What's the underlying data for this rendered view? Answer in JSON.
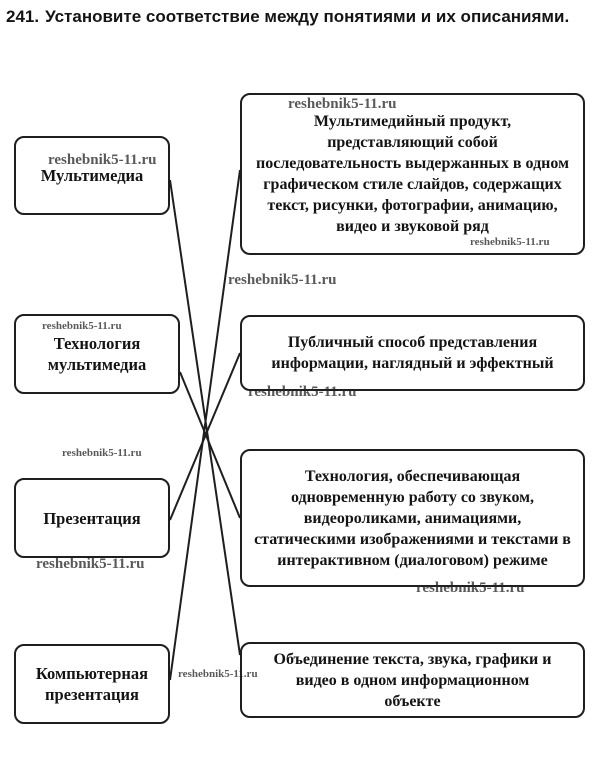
{
  "task": {
    "number": "241.",
    "text": "Установите соответствие между понятиями и их описаниями."
  },
  "concepts": [
    {
      "label": "Мультимедиа"
    },
    {
      "label": "Технология мультимедиа"
    },
    {
      "label": "Презентация"
    },
    {
      "label": "Компьютерная презентация"
    }
  ],
  "descriptions": [
    {
      "text": "Мультимедийный продукт, представляющий собой последовательность выдержанных в одном графическом стиле слайдов, содержащих текст, рисунки, фотографии, анимацию, видео и звуковой ряд"
    },
    {
      "text": "Публичный способ представления информации, наглядный и эффектный"
    },
    {
      "text": "Технология, обеспечивающая одновременную работу со звуком, видеороликами, анимациями, статическими изображениями и текстами в интерактивном (диалоговом) режиме"
    },
    {
      "text": "Объединение текста, звука, графики и видео в одном информационном объекте"
    }
  ],
  "connections": [
    {
      "from": "Мультимедиа",
      "to": "Объединение текста, звука, графики и видео в одном информационном объекте"
    },
    {
      "from": "Технология мультимедиа",
      "to": "Технология, обеспечивающая одновременную работу со звуком, видеороликами, анимациями, статическими изображениями и текстами в интерактивном (диалоговом) режиме"
    },
    {
      "from": "Презентация",
      "to": "Публичный способ представления информации, наглядный и эффектный"
    },
    {
      "from": "Компьютерная презентация",
      "to": "Мультимедийный продукт, представляющий собой последовательность выдержанных в одном графическом стиле слайдов, содержащих текст, рисунки, фотографии, анимацию, видео и звуковой ряд"
    }
  ],
  "watermark": "reshebnik5-11.ru",
  "colors": {
    "ink": "#1e1e1e",
    "background": "#ffffff"
  }
}
